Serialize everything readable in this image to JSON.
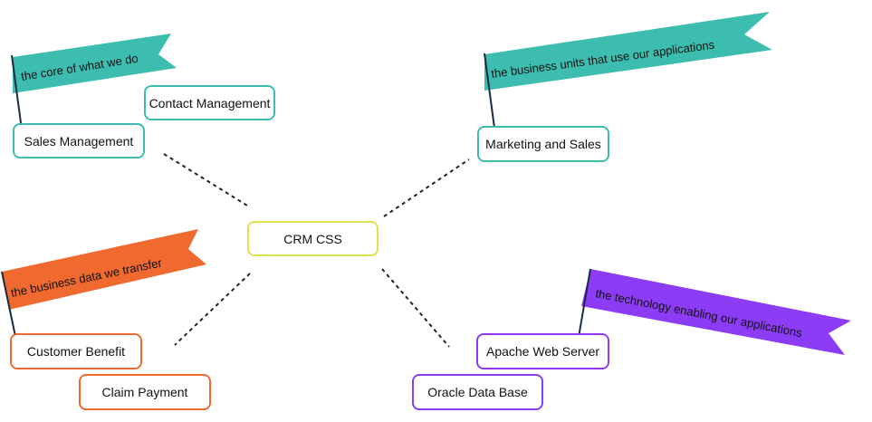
{
  "colors": {
    "center": "#dde14e",
    "teal": "#3dbdb0",
    "orange": "#f06a30",
    "purple": "#8c3cf5",
    "pole": "#1a2a44",
    "connector": "#222222"
  },
  "center": {
    "label": "CRM CSS"
  },
  "nodes": {
    "contact_management": "Contact Management",
    "sales_management": "Sales Management",
    "marketing_and_sales": "Marketing and Sales",
    "customer_benefit": "Customer Benefit",
    "claim_payment": "Claim Payment",
    "apache_web_server": "Apache Web Server",
    "oracle_data_base": "Oracle Data Base"
  },
  "flags": {
    "core": "the core of what we do",
    "business_units": "the business units that use our applications",
    "business_data": "the business data we transfer",
    "technology": "the technology enabling our applications"
  }
}
